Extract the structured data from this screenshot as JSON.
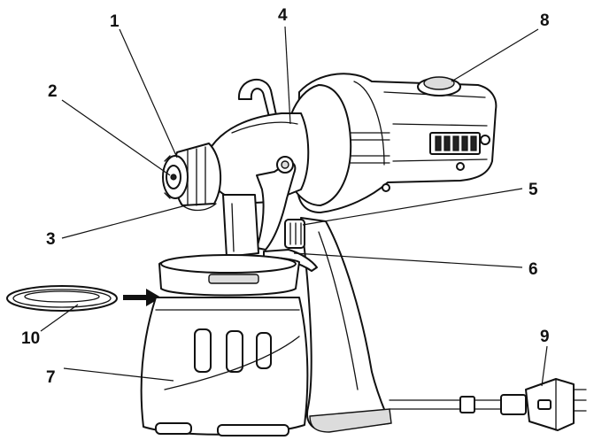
{
  "callouts": [
    {
      "id": "1",
      "label": "1"
    },
    {
      "id": "2",
      "label": "2"
    },
    {
      "id": "3",
      "label": "3"
    },
    {
      "id": "4",
      "label": "4"
    },
    {
      "id": "5",
      "label": "5"
    },
    {
      "id": "6",
      "label": "6"
    },
    {
      "id": "7",
      "label": "7"
    },
    {
      "id": "8",
      "label": "8"
    },
    {
      "id": "9",
      "label": "9"
    },
    {
      "id": "10",
      "label": "10"
    }
  ],
  "colors": {
    "outline": "#111111",
    "fill": "#ffffff",
    "shade": "#dcdcdc",
    "arrow": "#111111"
  }
}
